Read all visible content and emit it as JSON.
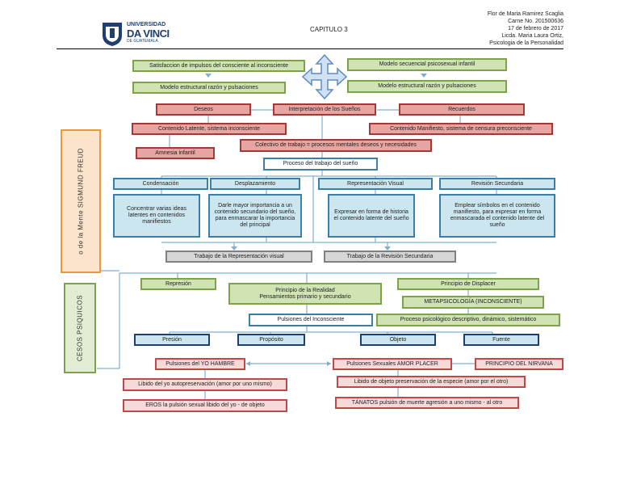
{
  "header": {
    "logo_line1": "UNIVERSIDAD",
    "logo_line2": "DA VINCI",
    "logo_line3": "DE GUATEMALA",
    "title": "CAPITULO 3",
    "author": "Flor de Maria Ramirez Scaglia",
    "carne": "Carne No. 201500636",
    "date": "17 de febrero de 2017",
    "teacher": "Licda. Maria Laura Ortiz,",
    "course": "Psicologia de la Personalidad"
  },
  "sidebar": {
    "freud_label": "o de la Mente     SIGMUND FREUD",
    "procesos_label": "CESOS PSIQUICOS"
  },
  "top": {
    "satisfaccion": "Satisfaccion de impulsos del consciente al inconsciente",
    "modelo_estructural_left": "Modelo estructural razón y pulsaciones",
    "modelo_secuencial": "Modelo secuencial psicosexual infantil",
    "modelo_estructural_right": "Modelo estructural razón y pulsaciones"
  },
  "suenos": {
    "deseos": "Deseos",
    "interpretacion": "Interpretación de los Sueños",
    "recuerdos": "Recuerdos",
    "contenido_latente": "Contenido Latente, sistema inconsciente",
    "contenido_manifiesto": "Contenido Manifiesto, sistema de censura preconsciente",
    "amnesia": "Amnesia infantil",
    "colectivo": "Colectivo de trabajo = procesos mentales deseos y necesidades",
    "proceso_trabajo": "Proceso del trabajo del sueño"
  },
  "mecanismos": {
    "condensacion": "Condensación",
    "desplazamiento": "Desplazamiento",
    "representacion_visual": "Representación Visual",
    "revision_secundaria": "Revisión Secundaria",
    "condensacion_desc": "Concentrar varias ideas latentes en contenidos manifiestos",
    "desplazamiento_desc": "Darle mayor importancia a un contenido secundario del sueño, para enmascarar la importancia del principal",
    "representacion_desc": "Expresar en forma de historia el contenido latente del sueño",
    "revision_desc": "Emplear símbolos en el contenido manifiesto, para expresar en forma enmascarada el contenido latente del sueño",
    "trabajo_representacion": "Trabajo de la Representación visual",
    "trabajo_revision": "Trabajo de la Revisión Secundaria"
  },
  "procesos": {
    "represion": "Represión",
    "principio_realidad": "Principio de la Realidad",
    "pensamientos": "Pensamientos primario y secundario",
    "principio_displacer": "Principio de Displacer",
    "metapsicologia": "METAPSICOLOGÍA (INCONSCIENTE)",
    "proceso_psicologico": "Proceso psicológico descriptivo, dinámico, sistemático",
    "pulsiones": "Pulsiones del Inconsciente",
    "presion": "Presión",
    "proposito": "Propósito",
    "objeto": "Objeto",
    "fuente": "Fuente"
  },
  "pulsiones": {
    "yo_hambre": "Pulsiones del YO HAMBRE",
    "sexuales": "Pulsiones Sexuales AMOR PLACER",
    "nirvana": "PRINCIPIO DEL NIRVANA",
    "libido_yo": "Libido del yo autopreservación (amor por uno mismo)",
    "eros": "EROS la pulsión sexual libido del yo - de objeto",
    "libido_objeto": "Libido de objeto preservación de la especie (amor por el otro)",
    "tanatos": "TÁNATOS pulsión de muerte agresión a uno mismo - al otro"
  }
}
